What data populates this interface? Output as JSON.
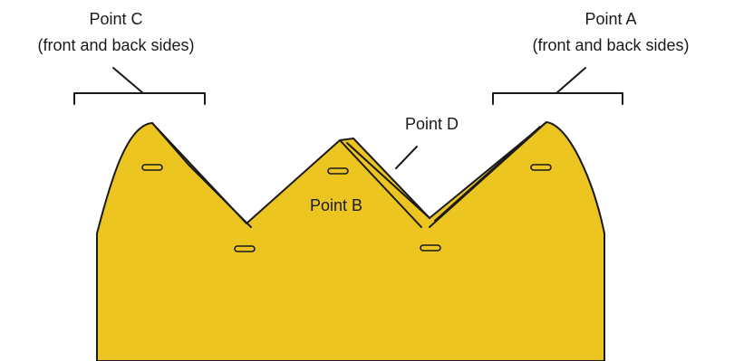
{
  "diagram": {
    "colors": {
      "paper": "#EDC520",
      "outline": "#1a1a1a",
      "background": "#ffffff"
    },
    "labels": {
      "point_c": {
        "line1": "Point C",
        "line2": "(front and back sides)"
      },
      "point_a": {
        "line1": "Point A",
        "line2": "(front and back sides)"
      },
      "point_d": "Point D",
      "point_b": "Point B"
    }
  }
}
